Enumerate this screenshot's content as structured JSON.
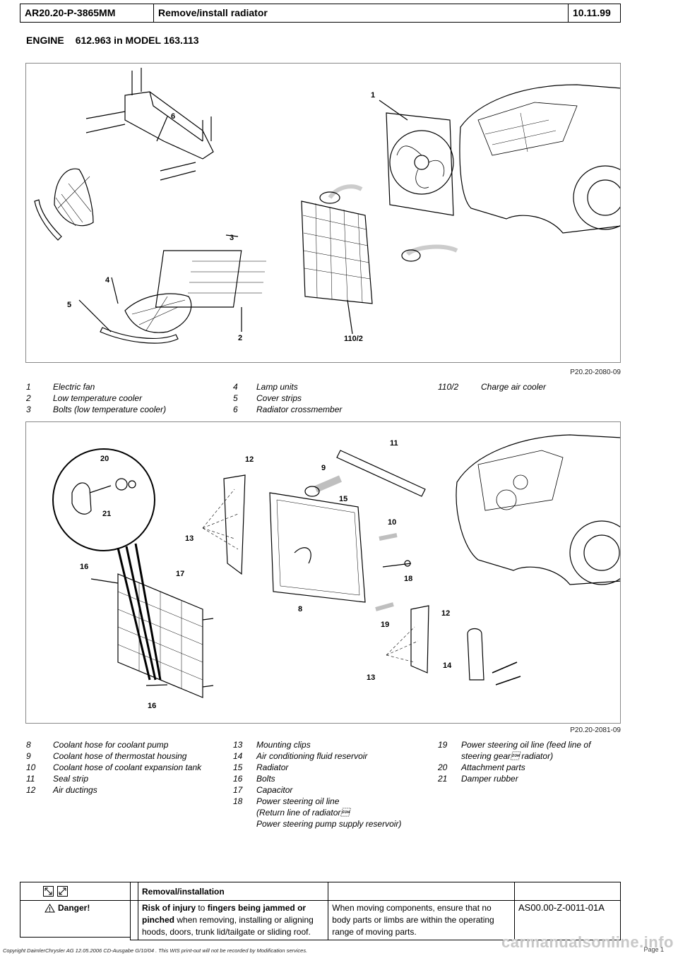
{
  "header": {
    "doc_id": "AR20.20-P-3865MM",
    "title": "Remove/install radiator",
    "date": "10.11.99"
  },
  "engine": {
    "label": "ENGINE",
    "model": "612.963 in MODEL 163.113"
  },
  "figure1": {
    "code": "P20.20-2080-09",
    "callouts": [
      "1",
      "6",
      "3",
      "4",
      "5",
      "2",
      "110/2"
    ],
    "legend": [
      [
        {
          "num": "1",
          "text": "Electric fan"
        },
        {
          "num": "2",
          "text": "Low temperature cooler"
        },
        {
          "num": "3",
          "text": "Bolts (low temperature cooler)"
        }
      ],
      [
        {
          "num": "4",
          "text": "Lamp units"
        },
        {
          "num": "5",
          "text": "Cover strips"
        },
        {
          "num": "6",
          "text": "Radiator crossmember"
        }
      ],
      [
        {
          "num": "110/2",
          "text": "Charge air cooler"
        }
      ]
    ]
  },
  "figure2": {
    "code": "P20.20-2081-09",
    "callouts": [
      "20",
      "21",
      "12",
      "9",
      "11",
      "15",
      "10",
      "13",
      "16",
      "17",
      "18",
      "8",
      "19",
      "12",
      "13",
      "14",
      "16"
    ],
    "legend": [
      [
        {
          "num": "8",
          "text": "Coolant hose for coolant pump"
        },
        {
          "num": "9",
          "text": "Coolant hose of thermostat housing"
        },
        {
          "num": "10",
          "text": "Coolant hose of coolant expansion tank"
        },
        {
          "num": "11",
          "text": "Seal strip"
        },
        {
          "num": "12",
          "text": "Air ductings"
        }
      ],
      [
        {
          "num": "13",
          "text": "Mounting clips"
        },
        {
          "num": "14",
          "text": "Air conditioning fluid reservoir"
        },
        {
          "num": "15",
          "text": "Radiator"
        },
        {
          "num": "16",
          "text": "Bolts"
        },
        {
          "num": "17",
          "text": "Capacitor"
        },
        {
          "num": "18",
          "text": "Power steering oil line"
        },
        {
          "num": "",
          "text": "(Return line of radiator\u0001"
        },
        {
          "num": "",
          "text": "Power steering pump supply reservoir)"
        }
      ],
      [
        {
          "num": "19",
          "text": "Power steering oil line (feed line of"
        },
        {
          "num": "",
          "text": "steering gear\u0001 radiator)"
        },
        {
          "num": "20",
          "text": "Attachment parts"
        },
        {
          "num": "21",
          "text": "Damper rubber"
        }
      ]
    ]
  },
  "table": {
    "heading": "Removal/installation",
    "danger_label": "Danger!",
    "risk_bold1": "Risk of injury",
    "risk_plain1": " to ",
    "risk_bold2": "fingers being jammed or pinched",
    "risk_plain2": " when removing, installing or aligning hoods, doors, trunk lid/tailgate or sliding roof.",
    "instruction": "When moving components, ensure that no body parts or limbs are within the operating range of moving parts.",
    "ref": "AS00.00-Z-0011-01A"
  },
  "footer": {
    "copyright": "Copyright DaimlerChrysler AG  12.05.2006 CD-Ausgabe G/10/04 . This WIS print-out will not be recorded by Modification services.",
    "page": "Page 1",
    "watermark": "carmanualsonline.info"
  }
}
